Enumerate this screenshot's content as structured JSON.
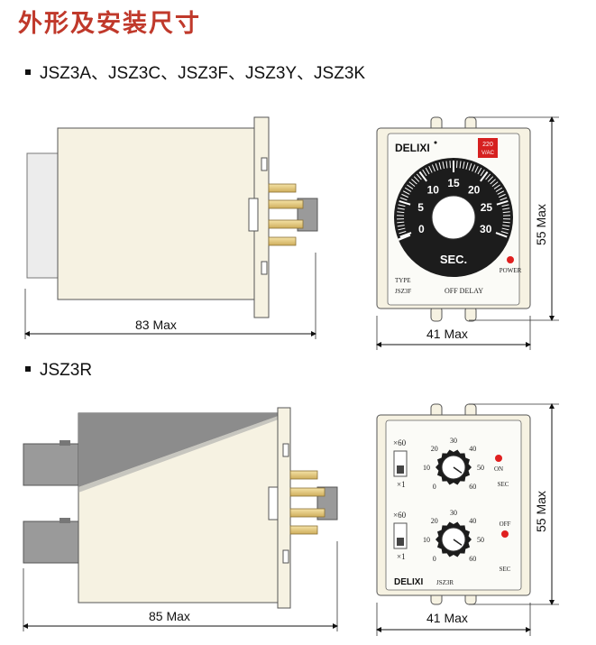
{
  "title": "外形及安装尺寸",
  "section1": {
    "models": "JSZ3A、JSZ3C、JSZ3F、JSZ3Y、JSZ3K",
    "side_width_label": "83 Max",
    "front_width_label": "41 Max",
    "front_height_label": "55 Max",
    "front": {
      "brand": "DELIXI",
      "voltage_line1": "220",
      "voltage_line2": "V/AC",
      "dial_numbers": [
        "0",
        "5",
        "10",
        "15",
        "20",
        "25",
        "30"
      ],
      "dial_unit": "SEC.",
      "power_label": "POWER",
      "type_label": "TYPE",
      "type_value": "JSZ3F",
      "mode_label": "OFF DELAY"
    }
  },
  "section2": {
    "models": "JSZ3R",
    "side_width_label": "85 Max",
    "front_width_label": "41 Max",
    "front_height_label": "55 Max",
    "front": {
      "brand": "DELIXI",
      "model": "JSZ3R",
      "mult_high": "×60",
      "mult_low": "×1",
      "dial_numbers": [
        "0",
        "10",
        "20",
        "30",
        "40",
        "50",
        "60"
      ],
      "on_label": "ON",
      "off_label": "OFF",
      "sec_label": "SEC"
    }
  },
  "colors": {
    "title": "#c0392b",
    "body_fill": "#f6f2e2",
    "dial_black": "#1c1c1c",
    "indicator_red": "#e02020",
    "voltage_badge": "#d62020",
    "knob_gray": "#8a8a8a",
    "pin_gold": "#e3c77c"
  }
}
